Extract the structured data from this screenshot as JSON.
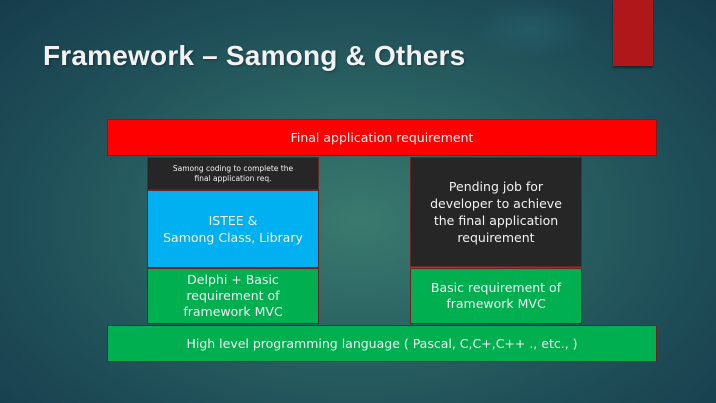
{
  "slide": {
    "title": "Framework – Samong & Others"
  },
  "colors": {
    "final_requirement": "#fe0000",
    "dark_box": "#262626",
    "library_box": "#00b0f0",
    "base_box": "#00b050",
    "accent_bar": "#b0171a"
  },
  "diagram": {
    "top_bar": "Final application requirement",
    "left_column": {
      "coding_note": "Samong coding to complete the\nfinal application req.",
      "library": "ISTEE &\nSamong Class, Library",
      "base": "Delphi + Basic\nrequirement of\nframework MVC"
    },
    "right_column": {
      "pending": "Pending job for\ndeveloper to achieve\nthe final application\nrequirement",
      "base": "Basic requirement of\nframework MVC"
    },
    "bottom_bar": "High level programming language ( Pascal, C,C+,C++ ., etc., )"
  }
}
